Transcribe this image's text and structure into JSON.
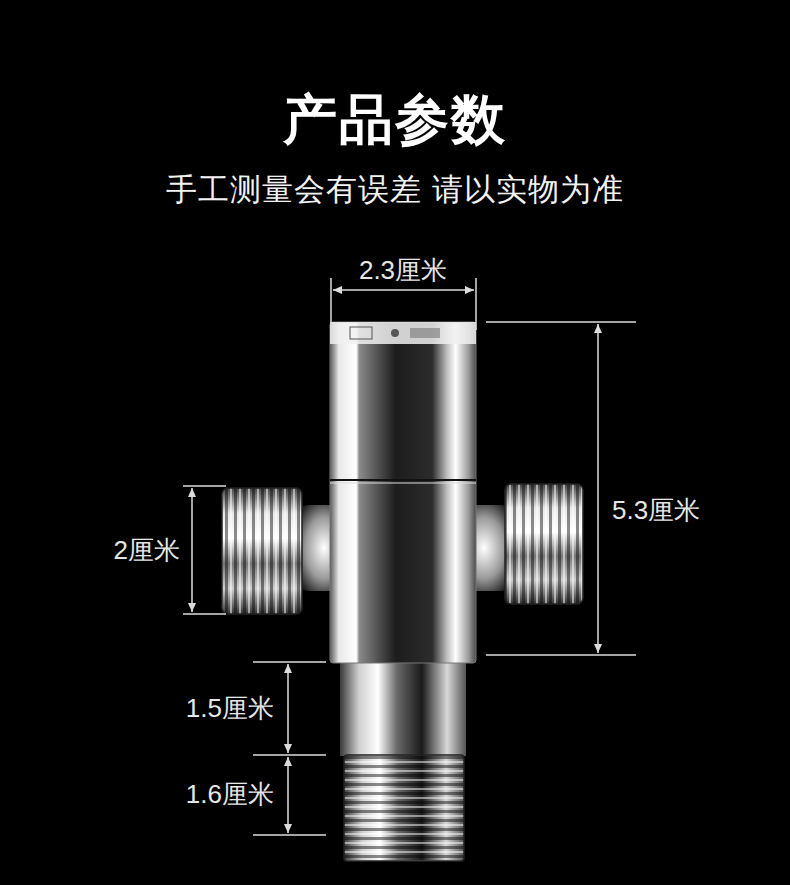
{
  "diagram": {
    "title": "产品参数",
    "labels": [
      "手工测量会有误差 请以实物为准",
      "2.3厘米",
      "5.3厘米",
      "2厘米",
      "1.5厘米",
      "1.6厘米"
    ]
  }
}
